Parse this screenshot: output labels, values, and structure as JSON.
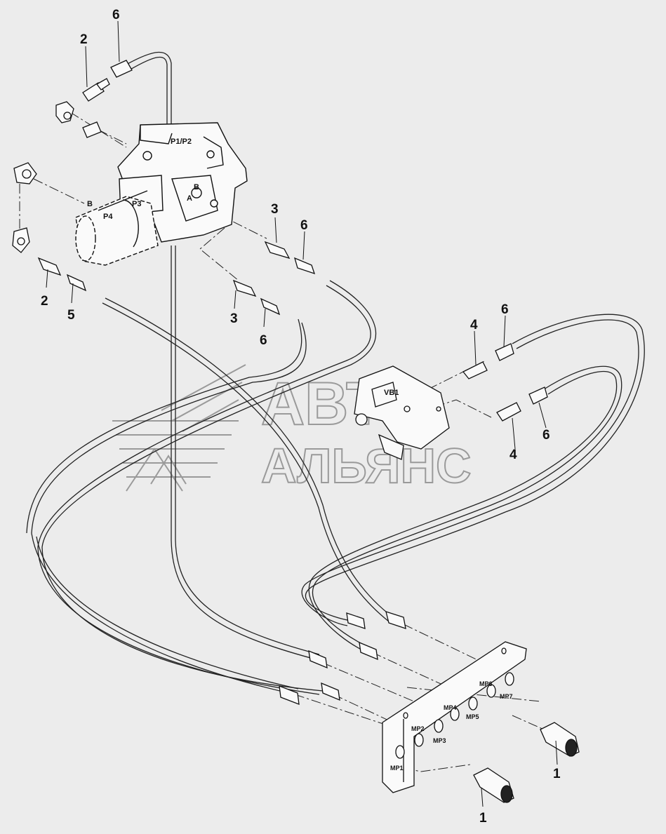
{
  "callouts": [
    "1",
    "1",
    "2",
    "2",
    "3",
    "3",
    "4",
    "4",
    "5",
    "6",
    "6",
    "6",
    "6",
    "6"
  ],
  "pump_labels": {
    "p1p2": "P1/P2",
    "p3": "P3",
    "p4": "P4",
    "a": "A",
    "b_left": "B",
    "b_right": "B"
  },
  "valve_label": "VB1",
  "ports": [
    "MP1",
    "MP2",
    "MP3",
    "MP4",
    "MP5",
    "MP6",
    "MP7"
  ],
  "watermark": {
    "line1": "АВТО",
    "line2": "АЛЬЯНС"
  }
}
